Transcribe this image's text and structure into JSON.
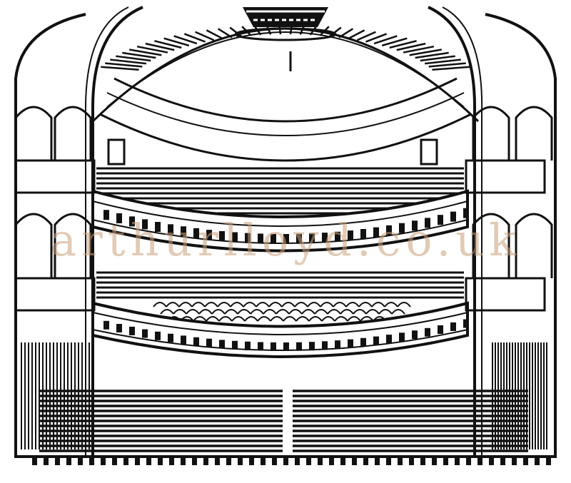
{
  "image": {
    "subject": "theatre-auditorium-engraving",
    "style": "black-and-white line engraving",
    "colors": {
      "ink": "#111111",
      "paper": "#ffffff",
      "watermark": "#c9a27e"
    }
  },
  "watermark": {
    "text": "arthurlloyd.co.uk"
  }
}
